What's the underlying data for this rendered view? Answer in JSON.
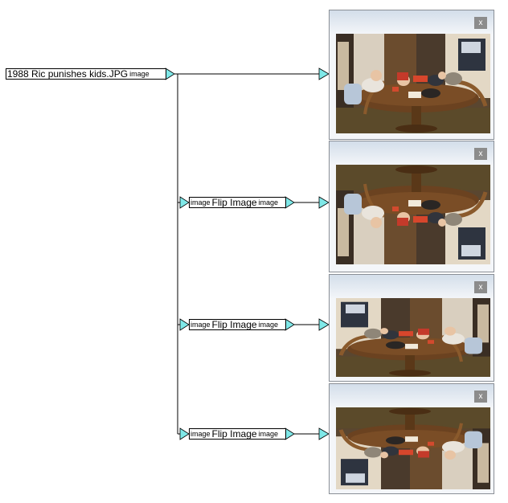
{
  "source_node": {
    "filename": "1988 Ric punishes kids.JPG",
    "output_port": "image"
  },
  "flip_nodes": [
    {
      "input_port": "image",
      "label": "Flip Image",
      "output_port": "image"
    },
    {
      "input_port": "image",
      "label": "Flip Image",
      "output_port": "image"
    },
    {
      "input_port": "image",
      "label": "Flip Image",
      "output_port": "image"
    }
  ],
  "viewers": [
    {
      "close_label": "x",
      "orientation": "original"
    },
    {
      "close_label": "x",
      "orientation": "flipped-vertical"
    },
    {
      "close_label": "x",
      "orientation": "flipped-horizontal"
    },
    {
      "close_label": "x",
      "orientation": "flipped-both"
    }
  ],
  "colors": {
    "connector": "#7fe8e8",
    "wire": "#000000",
    "node_border": "#000000"
  }
}
